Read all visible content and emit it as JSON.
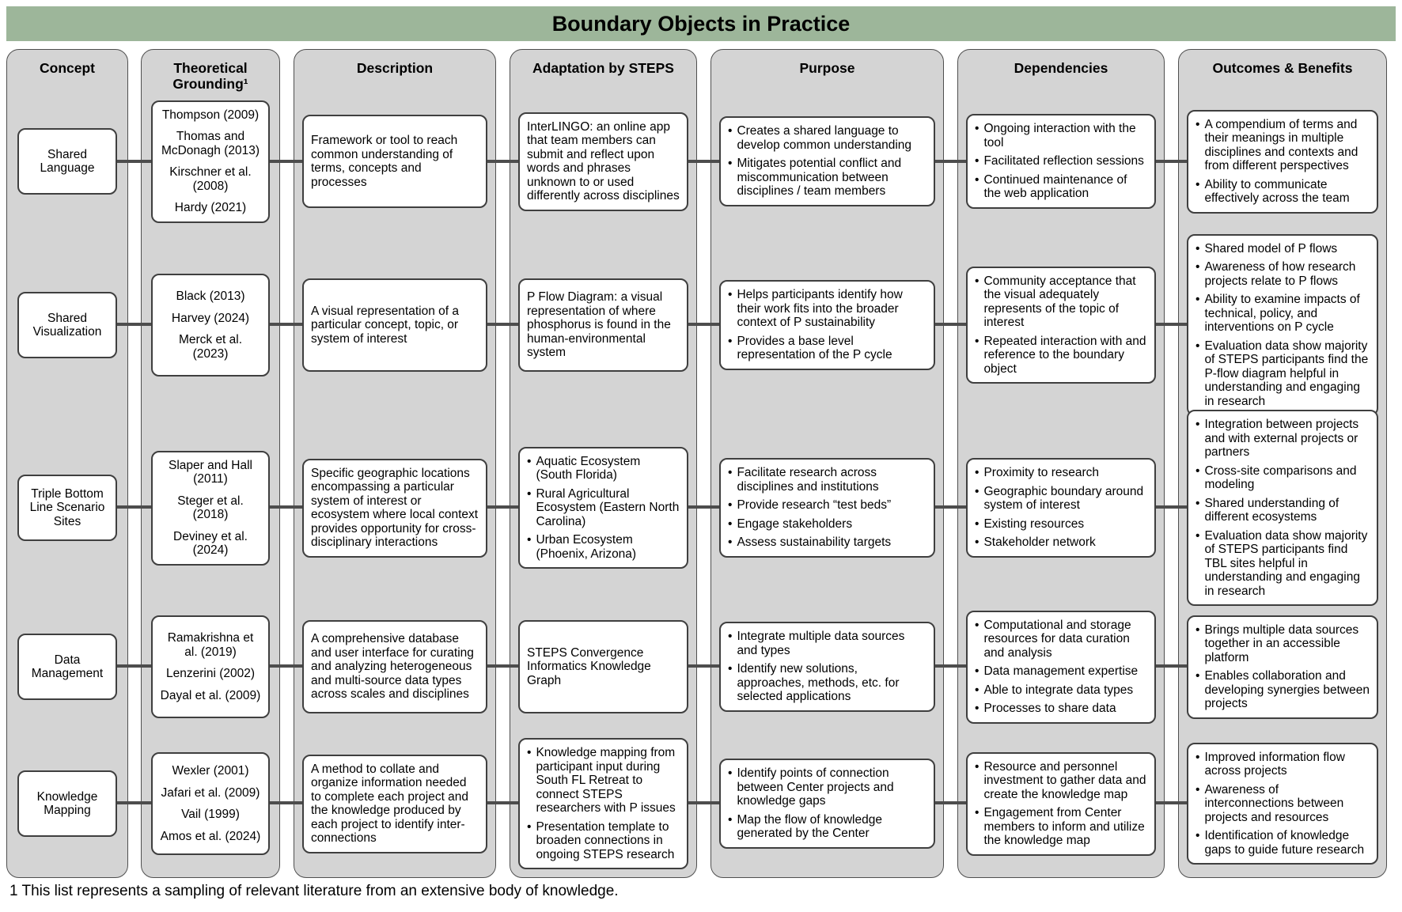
{
  "title": "Boundary Objects in Practice",
  "footnote": "1 This list represents a sampling of relevant literature from an extensive body of knowledge.",
  "colors": {
    "title_bar_green": "#9db69a",
    "column_gray": "#d4d4d4",
    "box_border": "#3f3f3f",
    "connector_line": "#4d4d4d"
  },
  "columns": {
    "concept": "Concept",
    "grounding": "Theoretical Grounding¹",
    "description": "Description",
    "adaptation": "Adaptation by STEPS",
    "purpose": "Purpose",
    "dependencies": "Dependencies",
    "outcomes": "Outcomes  & Benefits"
  },
  "rows": [
    {
      "concept": "Shared Language",
      "grounding": [
        "Thompson (2009)",
        "Thomas and McDonagh (2013)",
        "Kirschner et al. (2008)",
        "Hardy (2021)"
      ],
      "description": "Framework or tool to reach common understanding of terms, concepts and processes",
      "adaptation": "InterLINGO: an online app that team members can submit and reflect upon words and phrases unknown to or used differently across disciplines",
      "purpose": [
        "Creates a shared language to develop common understanding",
        "Mitigates potential conflict and miscommunication between disciplines / team members"
      ],
      "dependencies": [
        "Ongoing interaction with the tool",
        "Facilitated reflection sessions",
        "Continued maintenance of the web application"
      ],
      "outcomes": [
        "A compendium of terms and their meanings in multiple disciplines and contexts and from different perspectives",
        "Ability to communicate effectively across the team"
      ]
    },
    {
      "concept": "Shared Visualization",
      "grounding": [
        "Black (2013)",
        "Harvey (2024)",
        "Merck et al. (2023)"
      ],
      "description": "A visual representation of a particular concept, topic, or system of interest",
      "adaptation": "P Flow Diagram: a visual representation of where phosphorus is found in the human-environmental system",
      "purpose": [
        "Helps participants identify how their work fits into the broader context of P sustainability",
        "Provides a base level representation of the P cycle"
      ],
      "dependencies": [
        "Community acceptance that the visual adequately represents of the topic of interest",
        "Repeated interaction with and reference to the boundary object"
      ],
      "outcomes": [
        "Shared model of P flows",
        "Awareness of how research projects relate to P flows",
        "Ability to examine impacts of technical, policy, and interventions on P cycle",
        "Evaluation data show majority of STEPS participants find the P-flow diagram helpful in understanding and engaging in research"
      ]
    },
    {
      "concept": "Triple Bottom Line Scenario Sites",
      "grounding": [
        "Slaper and Hall (2011)",
        "Steger et al. (2018)",
        "Deviney et al. (2024)"
      ],
      "description": "Specific geographic locations encompassing a particular system of interest or ecosystem where local context provides opportunity for cross-disciplinary interactions",
      "adaptation": [
        "Aquatic Ecosystem (South Florida)",
        "Rural Agricultural Ecosystem (Eastern North Carolina)",
        "Urban Ecosystem (Phoenix, Arizona)"
      ],
      "purpose": [
        "Facilitate research across disciplines and institutions",
        "Provide research “test beds”",
        "Engage stakeholders",
        "Assess sustainability targets"
      ],
      "dependencies": [
        "Proximity to research",
        "Geographic boundary around system of interest",
        "Existing resources",
        "Stakeholder network"
      ],
      "outcomes": [
        "Integration between projects and with external projects or partners",
        "Cross-site comparisons and modeling",
        "Shared understanding of different ecosystems",
        "Evaluation data show majority of STEPS participants find TBL sites helpful in understanding and engaging in research"
      ]
    },
    {
      "concept": "Data Management",
      "grounding": [
        "Ramakrishna et al. (2019)",
        "Lenzerini (2002)",
        "Dayal et al. (2009)"
      ],
      "description": "A comprehensive database and user interface for curating and analyzing heterogeneous and multi-source data types across scales and disciplines",
      "adaptation": "STEPS Convergence Informatics Knowledge Graph",
      "purpose": [
        "Integrate multiple data sources and types",
        "Identify new solutions, approaches, methods, etc. for selected applications"
      ],
      "dependencies": [
        "Computational and storage resources for data curation and analysis",
        "Data management expertise",
        "Able to integrate data types",
        "Processes to share data"
      ],
      "outcomes": [
        "Brings multiple data sources together in an accessible platform",
        "Enables collaboration and developing synergies between projects"
      ]
    },
    {
      "concept": "Knowledge Mapping",
      "grounding": [
        "Wexler (2001)",
        "Jafari et al. (2009)",
        "Vail (1999)",
        "Amos et al. (2024)"
      ],
      "description": "A method to collate and organize information needed to complete each project and the knowledge produced by each project to identify inter-connections",
      "adaptation": [
        "Knowledge mapping from participant input during South FL Retreat to connect STEPS researchers with P issues",
        "Presentation template to broaden connections in ongoing STEPS research"
      ],
      "purpose": [
        "Identify points of connection between Center projects and knowledge gaps",
        "Map the flow of knowledge generated by the Center"
      ],
      "dependencies": [
        "Resource and personnel investment to gather data and create the knowledge map",
        "Engagement from Center members to inform and utilize the knowledge map"
      ],
      "outcomes": [
        "Improved information flow across projects",
        "Awareness of interconnections between projects and resources",
        "Identification of knowledge gaps to guide future research"
      ]
    }
  ]
}
